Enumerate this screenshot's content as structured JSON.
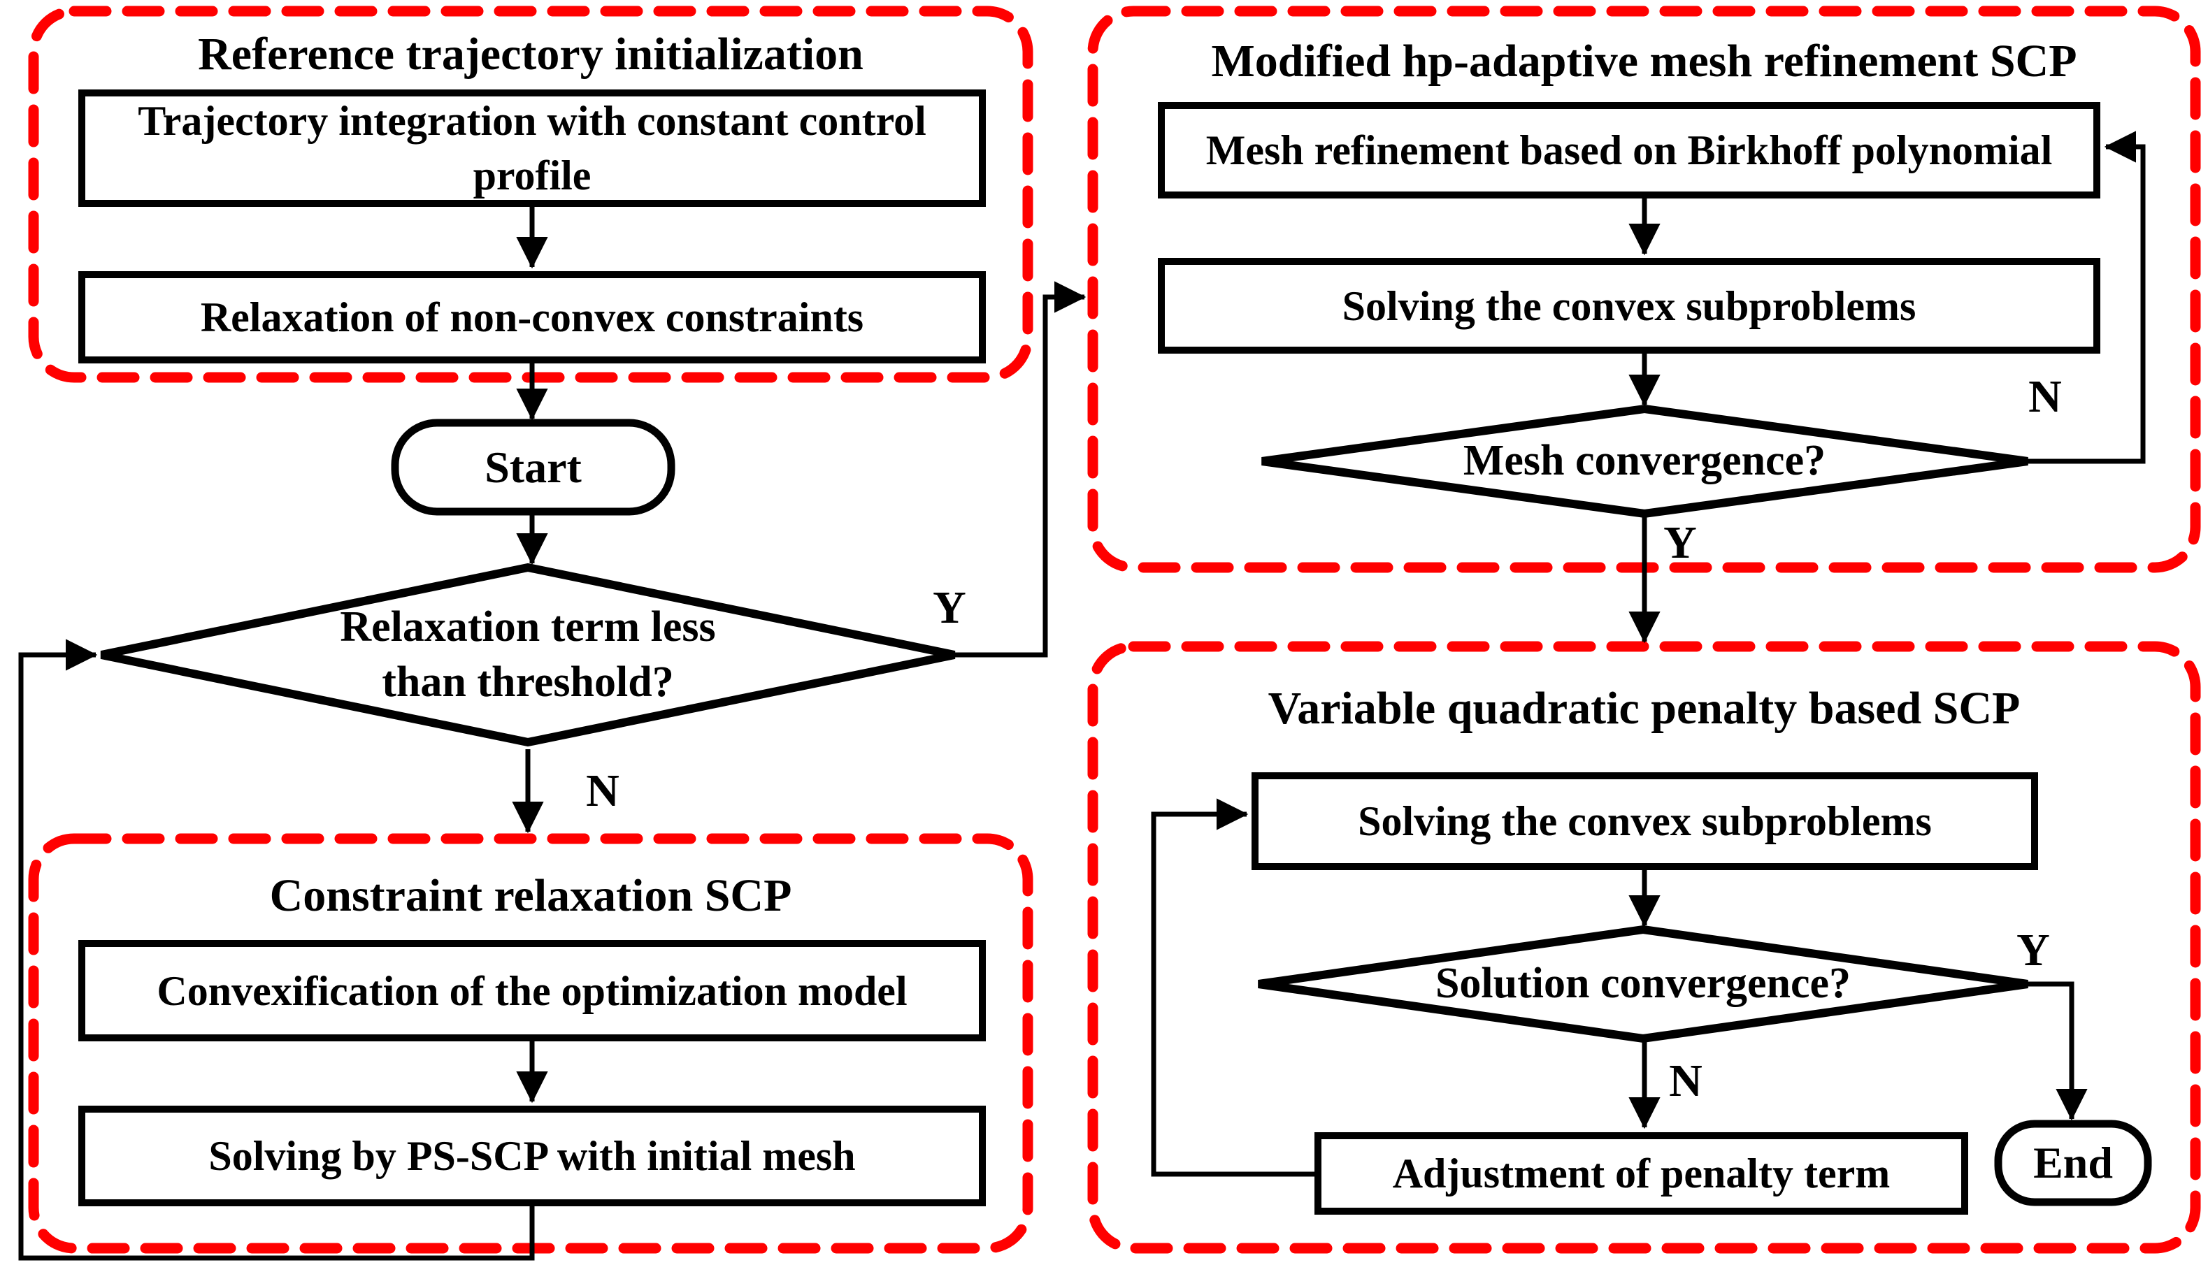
{
  "colors": {
    "accent": "#ff0000",
    "line": "#000000",
    "background": "#ffffff",
    "text": "#000000"
  },
  "groups": {
    "reference_trajectory": {
      "title": "Reference trajectory initialization"
    },
    "constraint_relaxation": {
      "title": "Constraint relaxation SCP"
    },
    "mesh_refinement": {
      "title": "Modified hp-adaptive mesh refinement SCP"
    },
    "penalty": {
      "title": "Variable quadratic penalty based SCP"
    }
  },
  "nodes": {
    "trajectory_integration": "Trajectory integration with constant control profile",
    "relaxation_constraints": "Relaxation of non-convex constraints",
    "start": "Start",
    "relaxation_decision": "Relaxation term less than threshold?",
    "convexification": "Convexification of the optimization model",
    "solving_ps_scp": "Solving by PS-SCP with initial mesh",
    "mesh_refinement_birkhoff": "Mesh refinement based on Birkhoff polynomial",
    "solving_convex_mesh": "Solving the convex subproblems",
    "mesh_convergence": "Mesh convergence?",
    "solving_convex_penalty": "Solving the convex subproblems",
    "solution_convergence": "Solution convergence?",
    "adjustment_penalty": "Adjustment of penalty term",
    "end": "End"
  },
  "edge_labels": {
    "relaxation_yes": "Y",
    "relaxation_no": "N",
    "mesh_no": "N",
    "mesh_yes": "Y",
    "solution_yes": "Y",
    "solution_no": "N"
  }
}
